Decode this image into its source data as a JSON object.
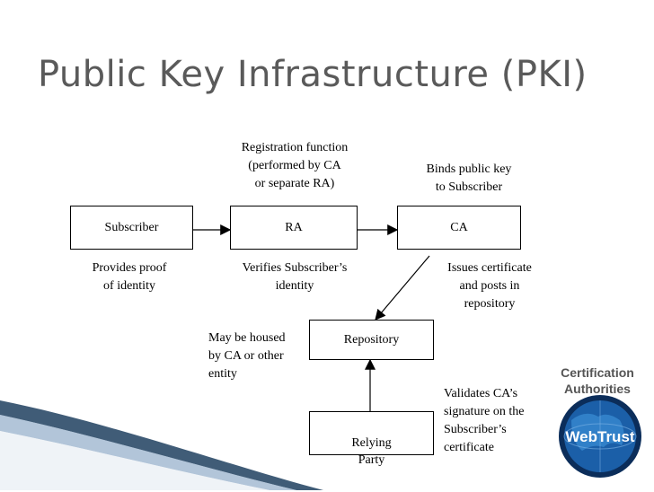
{
  "title": "Public Key Infrastructure (PKI)",
  "boxes": {
    "subscriber": "Subscriber",
    "ra": "RA",
    "ca": "CA",
    "repository": "Repository",
    "relying_party": "Relying\nParty"
  },
  "labels": {
    "registration_function": "Registration function\n(performed by CA\nor separate RA)",
    "binds_public_key": "Binds public key\nto Subscriber",
    "provides_proof": "Provides proof\nof identity",
    "verifies_subscriber": "Verifies Subscriber’s\nidentity",
    "issues_certificate": "Issues certificate\nand posts in\nrepository",
    "may_be_housed": "May be housed\nby CA or other\nentity",
    "validates_signature": "Validates CA’s\nsignature on the\nSubscriber’s\ncertificate"
  },
  "logo": {
    "line1": "Certification",
    "line2": "Authorities",
    "brand": "WebTrust",
    "colors": {
      "globe": "#1b5fa8",
      "ring": "#0b2d5a",
      "text": "#555555"
    }
  }
}
